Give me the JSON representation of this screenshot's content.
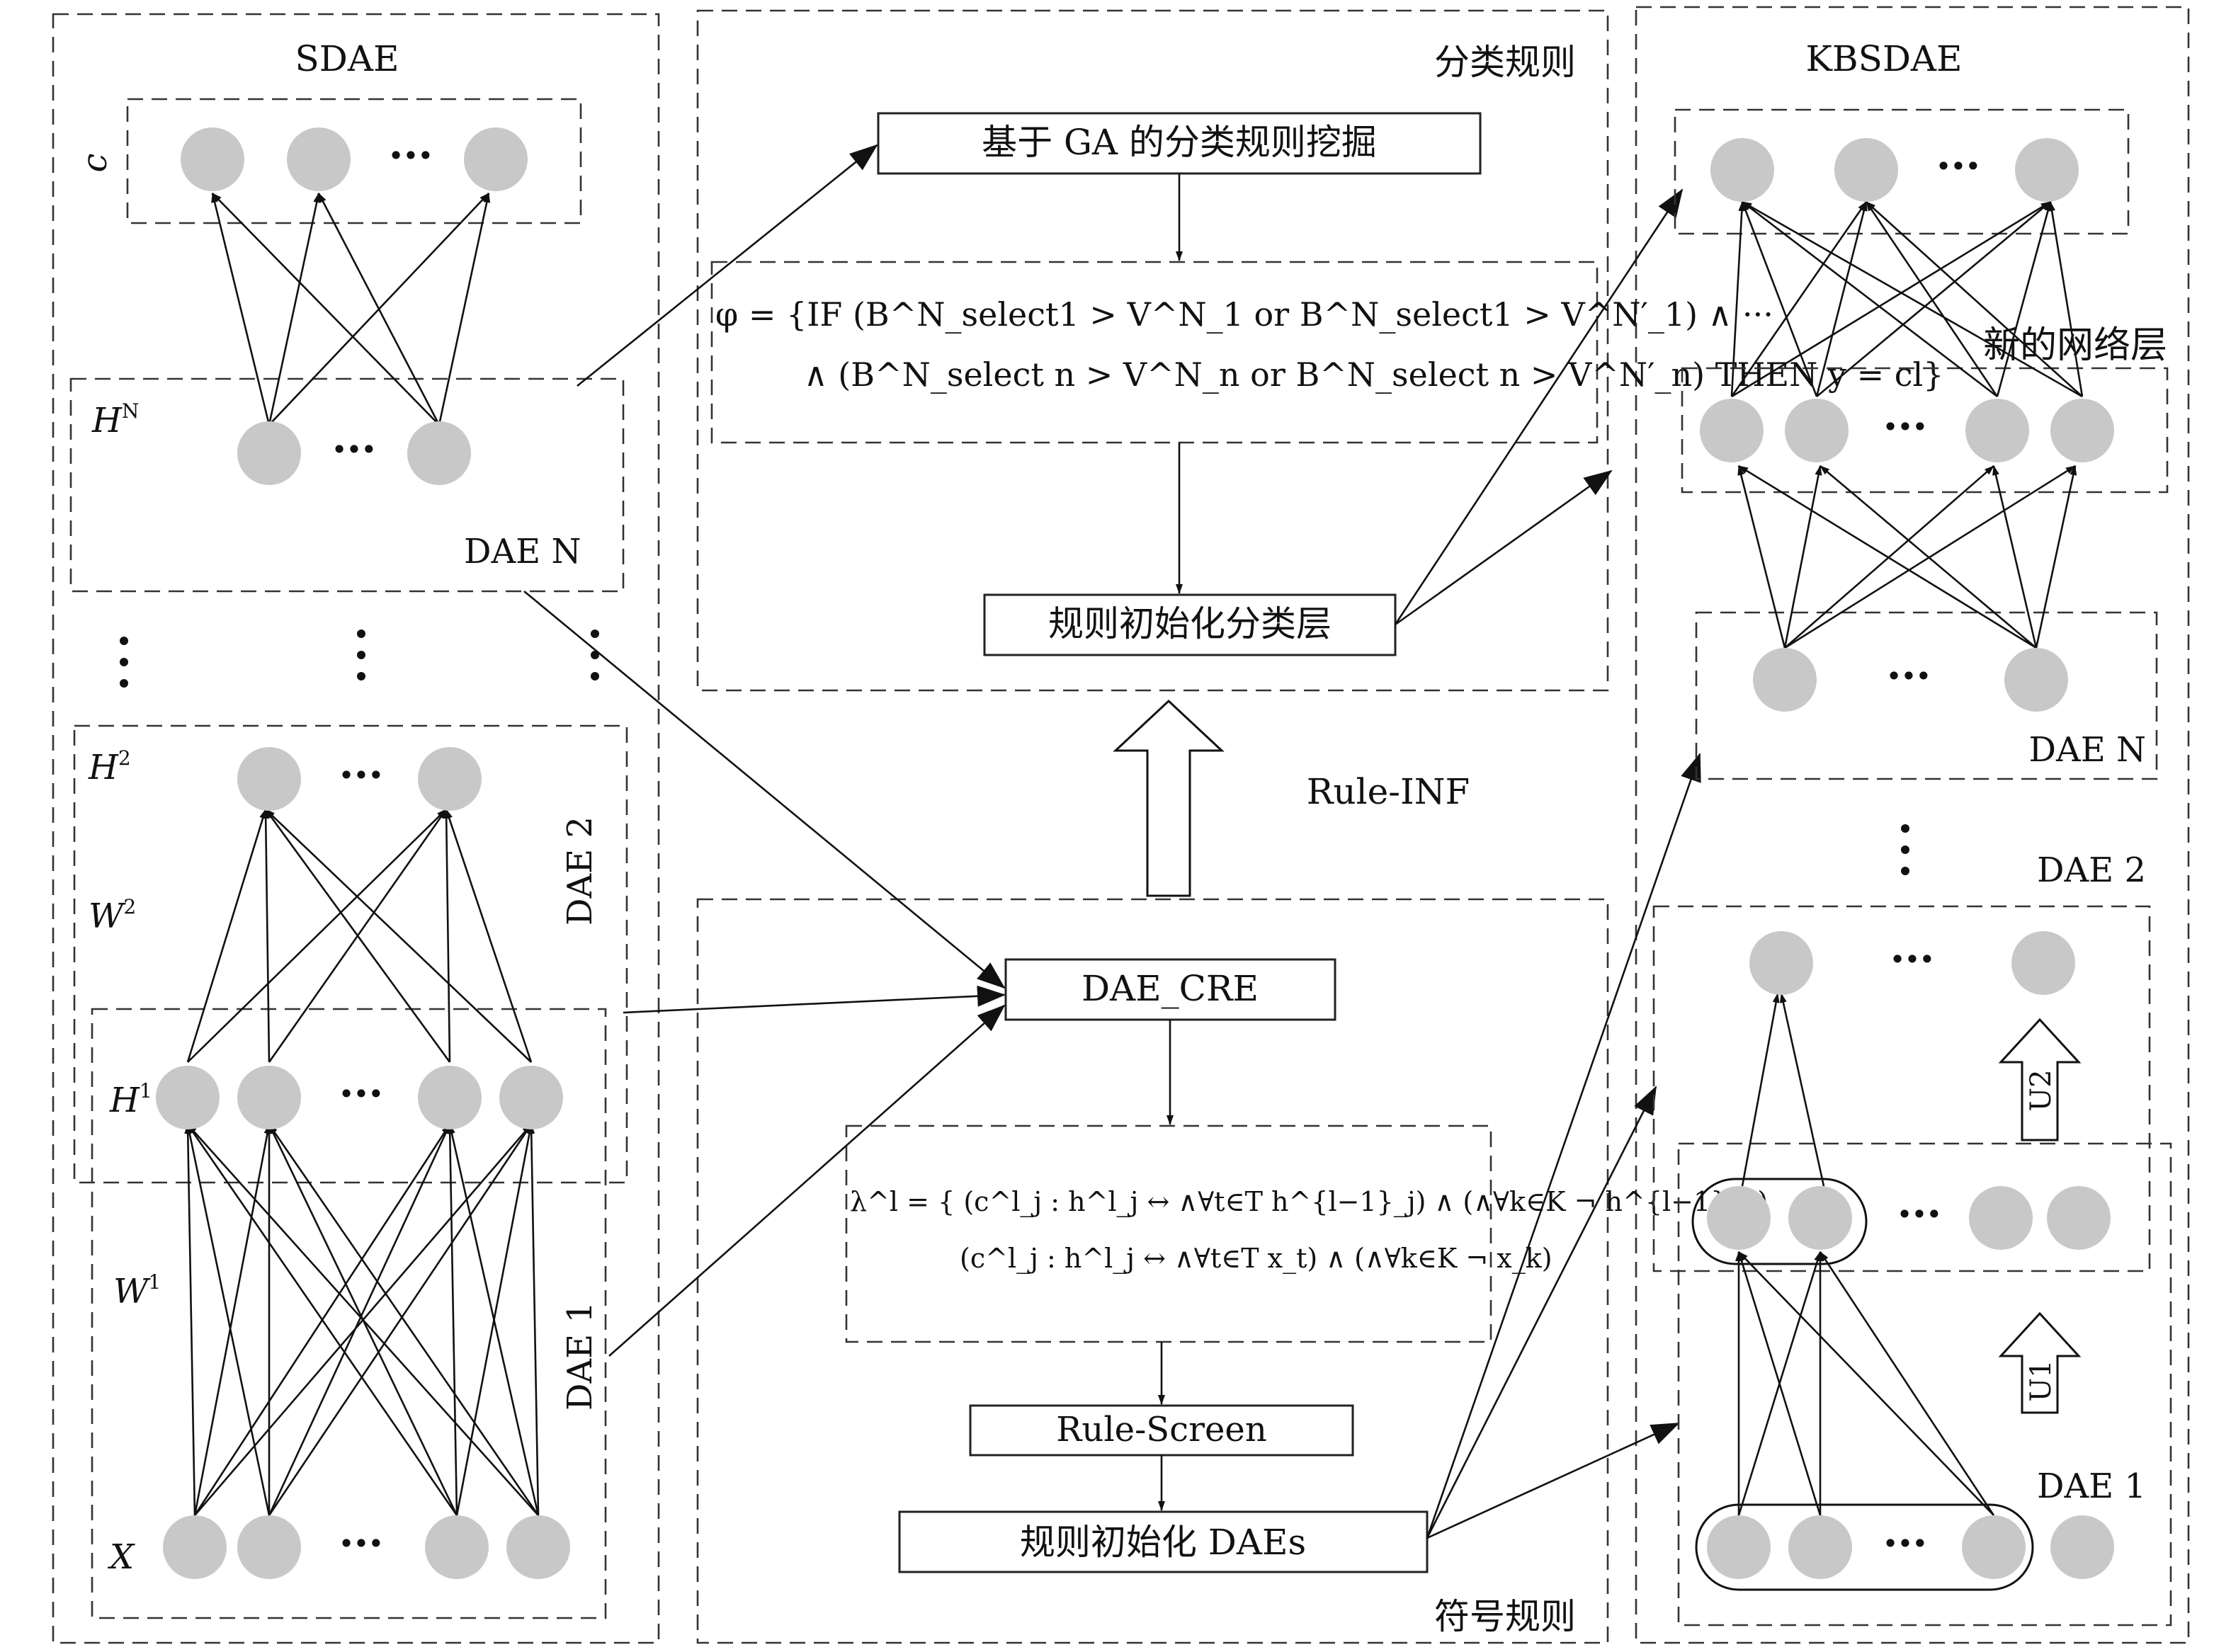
{
  "panels": {
    "sdae": {
      "title": "SDAE"
    },
    "classification_rules": {
      "title": "分类规则"
    },
    "kbsdae": {
      "title": "KBSDAE"
    },
    "symbolic_rules": {
      "title": "符号规则"
    }
  },
  "sdae_labels": {
    "c": "c",
    "hN": "H",
    "hN_sup": "N",
    "h2": "H",
    "h2_sup": "2",
    "w2": "W",
    "w2_sup": "2",
    "h1": "H",
    "h1_sup": "1",
    "w1": "W",
    "w1_sup": "1",
    "x": "X",
    "dae_n": "DAE N",
    "dae_2": "DAE 2",
    "dae_1": "DAE 1"
  },
  "process": {
    "ga_mining": "基于 GA 的分类规则挖掘",
    "rule_init_class_layer": "规则初始化分类层",
    "rule_inf": "Rule-INF",
    "dae_cre": "DAE_CRE",
    "rule_screen": "Rule-Screen",
    "rule_init_daes": "规则初始化 DAEs"
  },
  "formulas": {
    "phi_line1": "φ = {IF (B^N_select1 > V^N_1 or B^N_select1 > V^N′_1) ∧ ···",
    "phi_line2": "∧ (B^N_select n > V^N_n or B^N_select n > V^N′_n) THEN y = cl}",
    "lambda_line1": "λ^l = { (c^l_j : h^l_j ↔ ∧∀t∈T h^{l−1}_j) ∧ (∧∀k∈K ¬ h^{l−1}_k)",
    "lambda_line2": "(c^l_j : h^l_j ↔ ∧∀t∈T x_t) ∧ (∧∀k∈K ¬ x_k)"
  },
  "kbsdae_labels": {
    "new_layer": "新的网络层",
    "dae_n": "DAE N",
    "dae_2": "DAE 2",
    "dae_1": "DAE 1",
    "u1": "U1",
    "u2": "U2"
  },
  "ellipsis": "···"
}
